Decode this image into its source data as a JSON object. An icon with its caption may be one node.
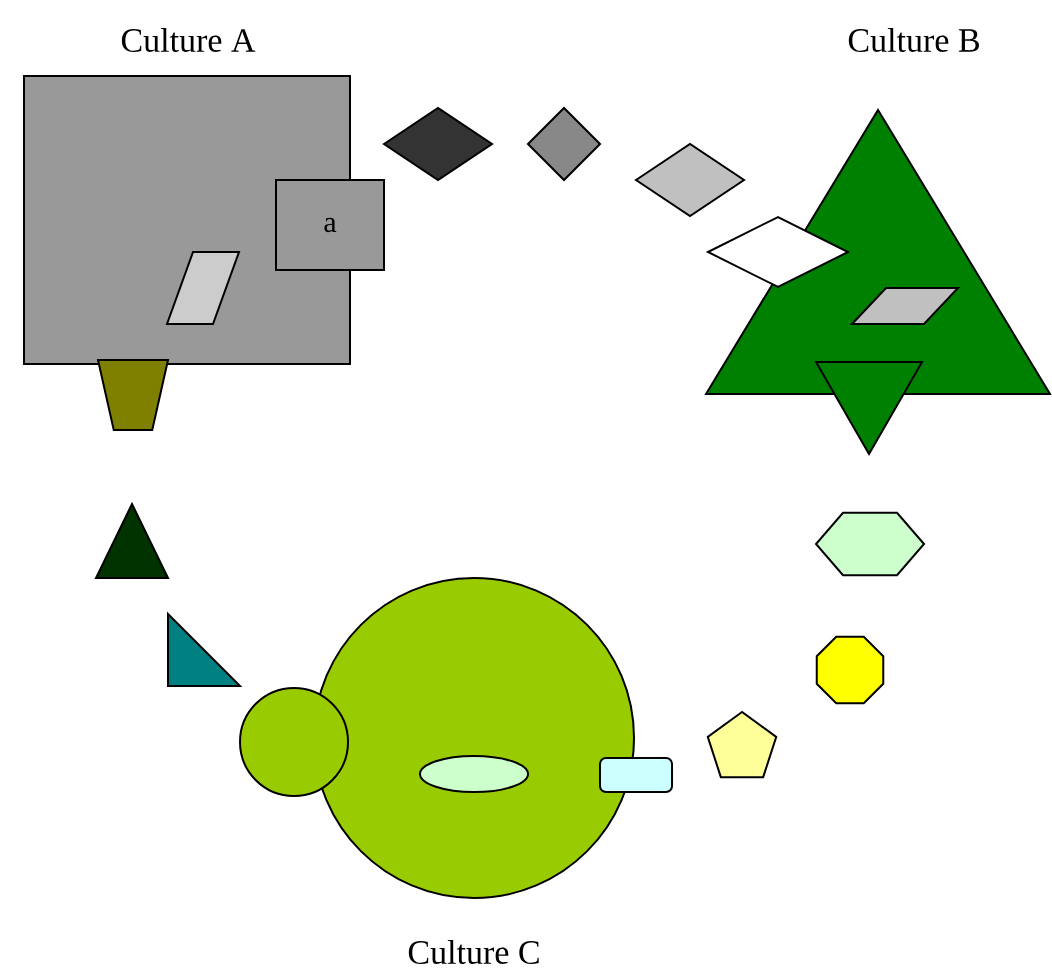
{
  "diagram": {
    "nodes": [
      {
        "text": [
          "Culture A"
        ]
      },
      {
        "text": [],
        "shape": "parallelogram",
        "in": 0
      },
      {
        "text": [
          "a"
        ]
      },
      {
        "text": [],
        "shape": "trapezoid"
      },
      {
        "text": [],
        "shape": "diamond"
      },
      {
        "text": [],
        "shape": "diamond"
      },
      {
        "text": [],
        "shape": "diamond"
      },
      {
        "text": [],
        "shape": "diamond"
      },
      {
        "text": [
          "Culture B"
        ]
      },
      {
        "text": [],
        "shape": "parallelogram",
        "in": 8
      },
      {
        "text": [],
        "shape": "triangle"
      },
      {
        "text": [],
        "shape": "triangle"
      },
      {
        "text": [],
        "shape": "triangle"
      },
      {
        "text": [],
        "shape": "circle"
      },
      {
        "text": [
          "Culture C"
        ]
      },
      {
        "text": [],
        "shape": "ellipse",
        "in": 14
      },
      {
        "text": [],
        "shape": "rectangle"
      },
      {
        "text": [],
        "shape": "pentagon"
      },
      {
        "text": [],
        "shape": "octagon"
      },
      {
        "text": [],
        "shape": "hexagon"
      }
    ]
  }
}
